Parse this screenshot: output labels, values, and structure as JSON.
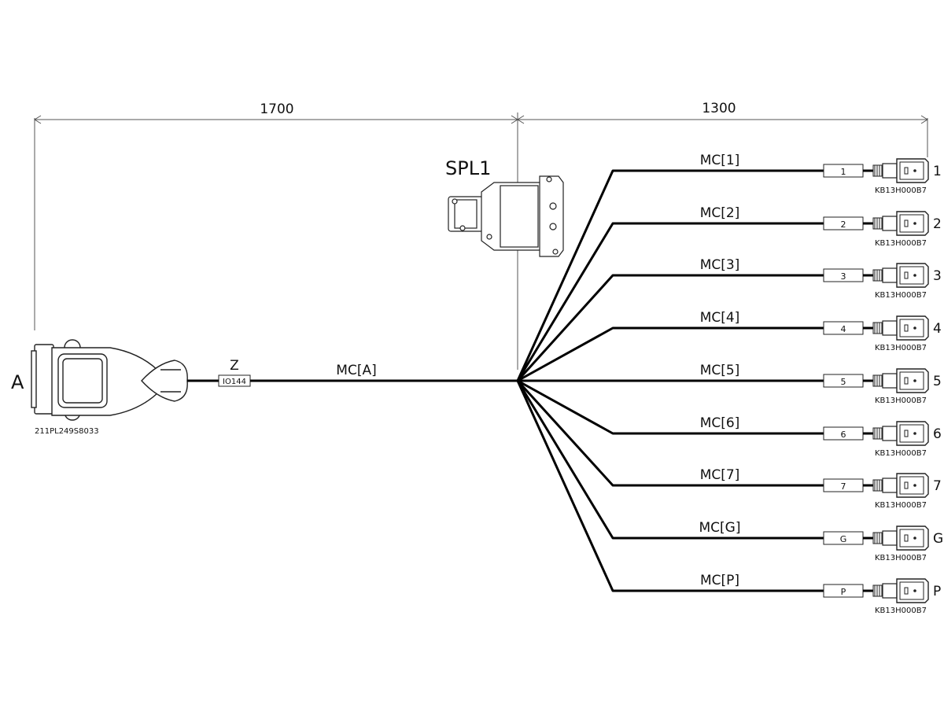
{
  "dimensions": {
    "left": "1700",
    "right": "1300"
  },
  "connector_a": {
    "label": "A",
    "part_number": "211PL249S8033"
  },
  "marker_z": {
    "label": "Z",
    "code": "IO144"
  },
  "main_wire": {
    "label": "MC[A]"
  },
  "splice": {
    "label": "SPL1"
  },
  "branches": [
    {
      "wire": "MC[1]",
      "tag": "1",
      "pn": "KB13H000B7",
      "end": "1"
    },
    {
      "wire": "MC[2]",
      "tag": "2",
      "pn": "KB13H000B7",
      "end": "2"
    },
    {
      "wire": "MC[3]",
      "tag": "3",
      "pn": "KB13H000B7",
      "end": "3"
    },
    {
      "wire": "MC[4]",
      "tag": "4",
      "pn": "KB13H000B7",
      "end": "4"
    },
    {
      "wire": "MC[5]",
      "tag": "5",
      "pn": "KB13H000B7",
      "end": "5"
    },
    {
      "wire": "MC[6]",
      "tag": "6",
      "pn": "KB13H000B7",
      "end": "6"
    },
    {
      "wire": "MC[7]",
      "tag": "7",
      "pn": "KB13H000B7",
      "end": "7"
    },
    {
      "wire": "MC[G]",
      "tag": "G",
      "pn": "KB13H000B7",
      "end": "G"
    },
    {
      "wire": "MC[P]",
      "tag": "P",
      "pn": "KB13H000B7",
      "end": "P"
    }
  ]
}
